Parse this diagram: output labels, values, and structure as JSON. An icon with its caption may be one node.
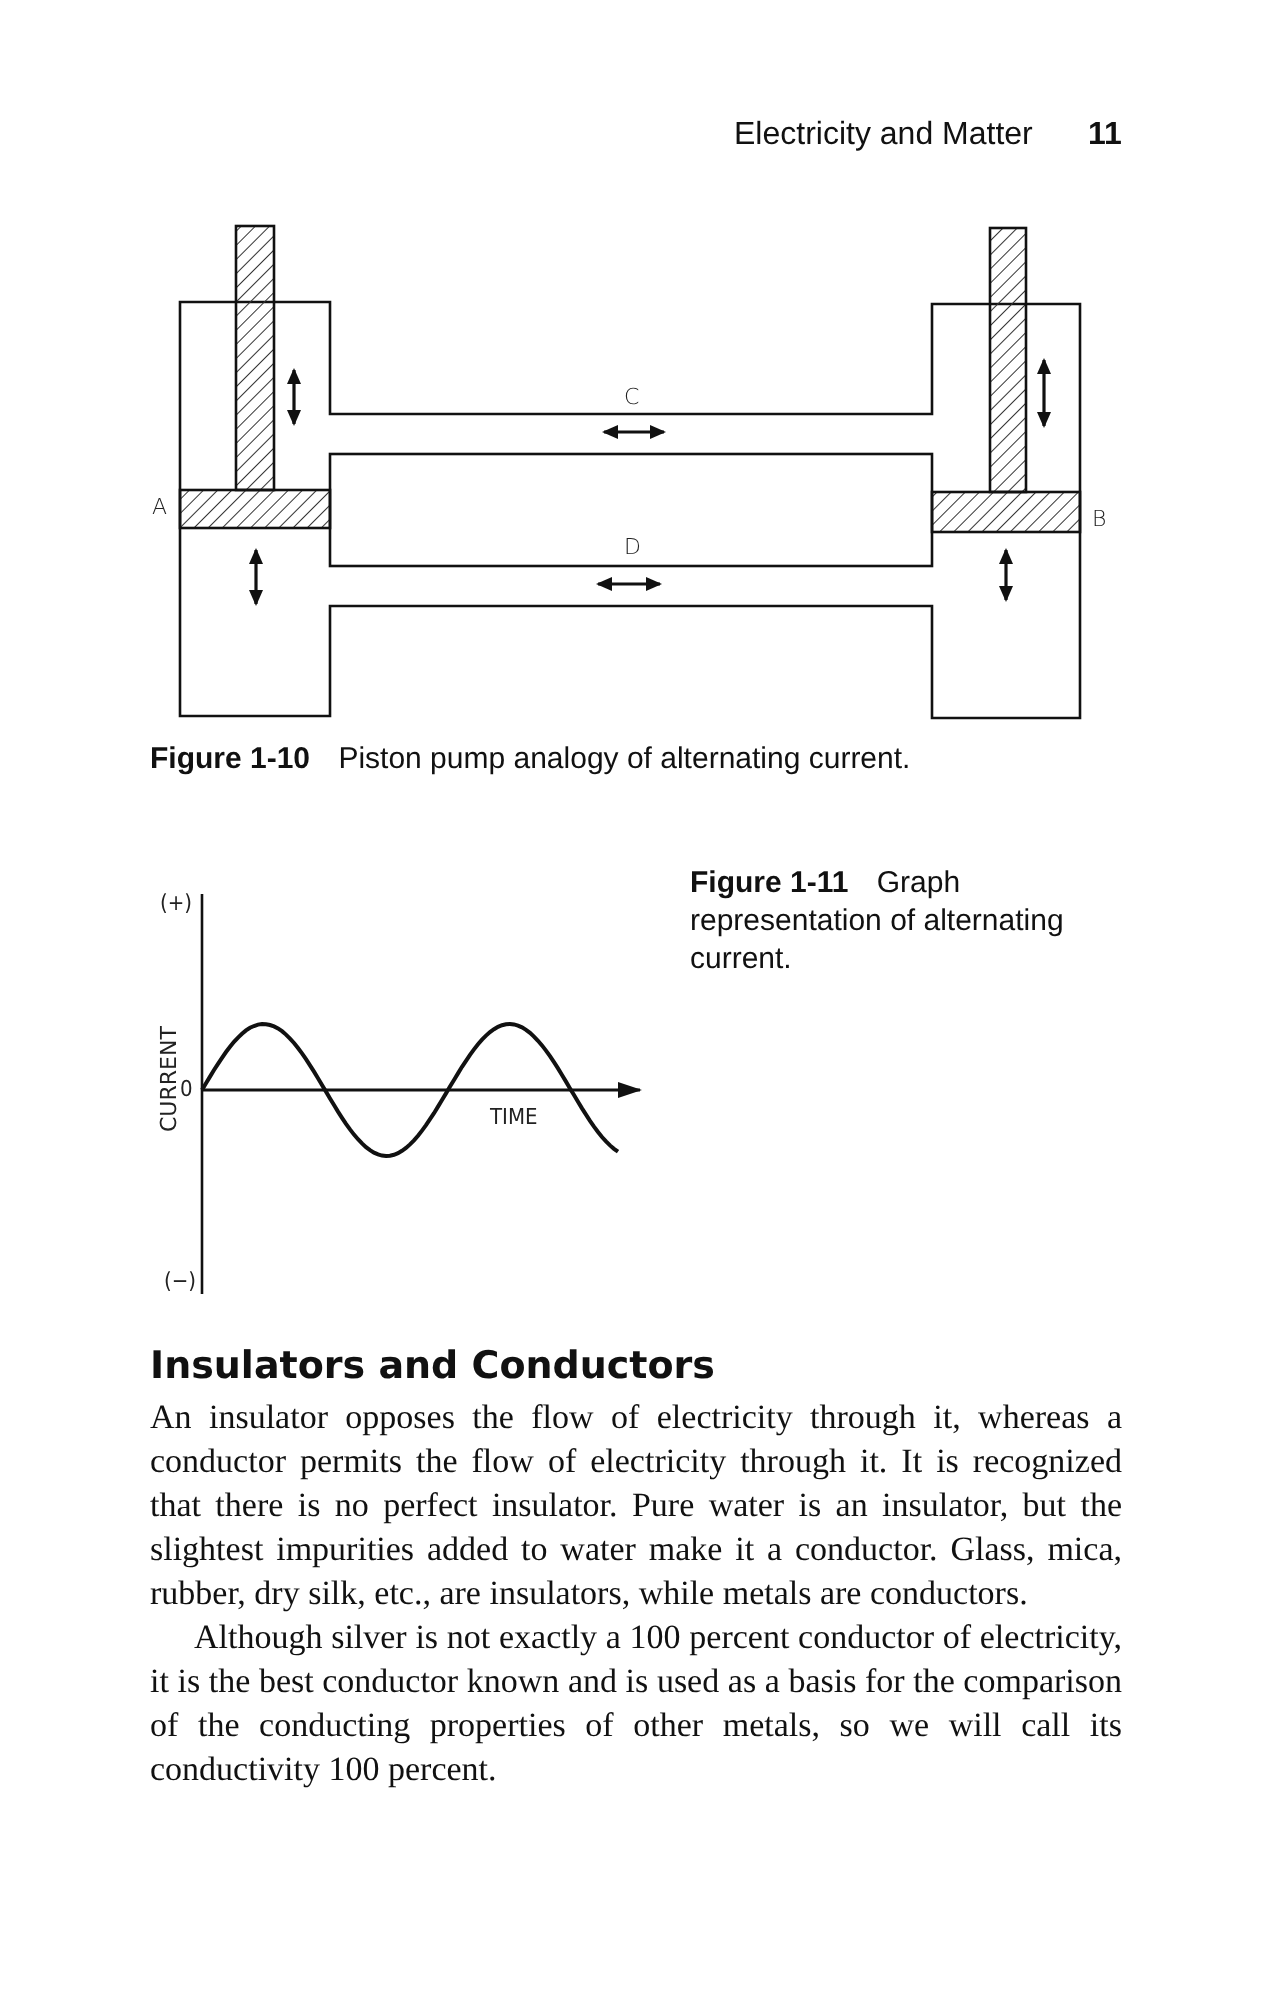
{
  "diagram": {
    "labels": [
      "Electricity and Matter",
      "11",
      "C",
      "A",
      "B",
      "D",
      "**Figure 1-10** Piston pump analogy of alternating current.",
      "(+)",
      "**Figure 1-11** Graph representation of alternating current.",
      "CURRENT",
      "0",
      "TIME",
      "(−)",
      "Insulators and Conductors",
      "An insulator opposes the flow of electricity through it, whereas a conductor permits the flow of electricity through it. It is recognized that there is no perfect insulator. Pure water is an insulator, but the slightest impurities added to water make it a conductor. Glass, mica, rubber, dry silk, etc., are insulators, while metals are conductors.",
      "Although silver is not exactly a 100 percent conductor of electricity, it is the best conductor known and is used as a basis for the comparison of the conducting properties of other metals, so we will call its conductivity 100 percent."
    ]
  }
}
